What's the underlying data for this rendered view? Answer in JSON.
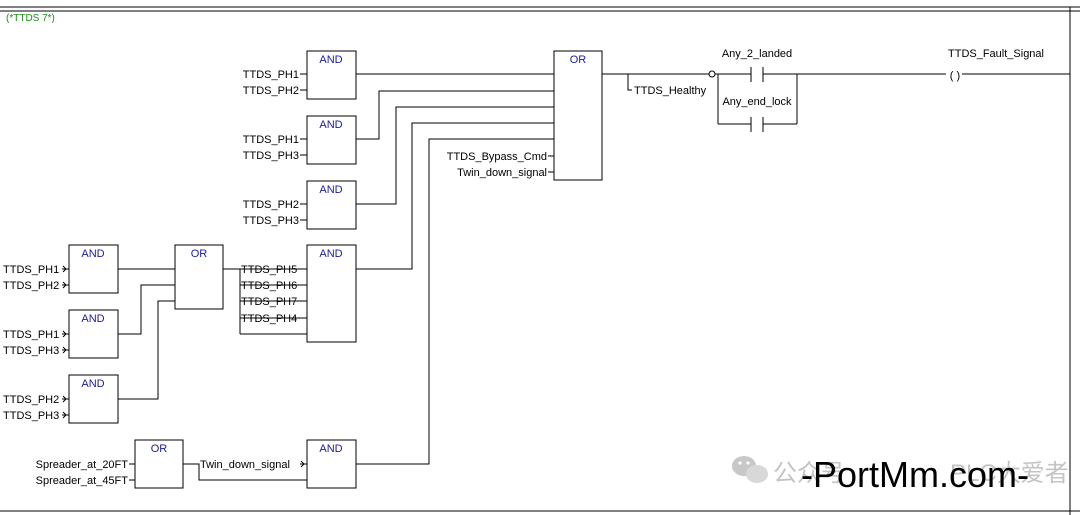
{
  "comment": "(*TTDS 7*)",
  "gates": {
    "and1": "AND",
    "and2": "AND",
    "and3": "AND",
    "and4": "AND",
    "and5": "AND",
    "and6": "AND",
    "and7": "AND",
    "and8": "AND",
    "or_main": "OR",
    "or_mid": "OR",
    "or_low": "OR"
  },
  "inputs": {
    "and1": [
      "TTDS_PH1",
      "TTDS_PH2"
    ],
    "and2": [
      "TTDS_PH1",
      "TTDS_PH3"
    ],
    "and3": [
      "TTDS_PH2",
      "TTDS_PH3"
    ],
    "and4": [
      "TTDS_PH5",
      "TTDS_PH6",
      "TTDS_PH7",
      "TTDS_PH4"
    ],
    "and5": [
      "TTDS_PH1",
      "TTDS_PH2"
    ],
    "and6": [
      "TTDS_PH1",
      "TTDS_PH3"
    ],
    "and7": [
      "TTDS_PH2",
      "TTDS_PH3"
    ],
    "or_low": [
      "Spreader_at_20FT",
      "Spreader_at_45FT"
    ],
    "and8": [
      "Twin_down_signal"
    ],
    "or_main": [
      "TTDS_Bypass_Cmd",
      "Twin_down_signal"
    ]
  },
  "outputs": {
    "or_main": "TTDS_Healthy"
  },
  "contacts": {
    "c1": "Any_2_landed",
    "c2": "Any_end_lock"
  },
  "coil": {
    "label": "TTDS_Fault_Signal",
    "symbol": "( )"
  },
  "watermark": {
    "left": "公众号",
    "right": "PLC大爱者",
    "site": "-PortMm.com-"
  }
}
